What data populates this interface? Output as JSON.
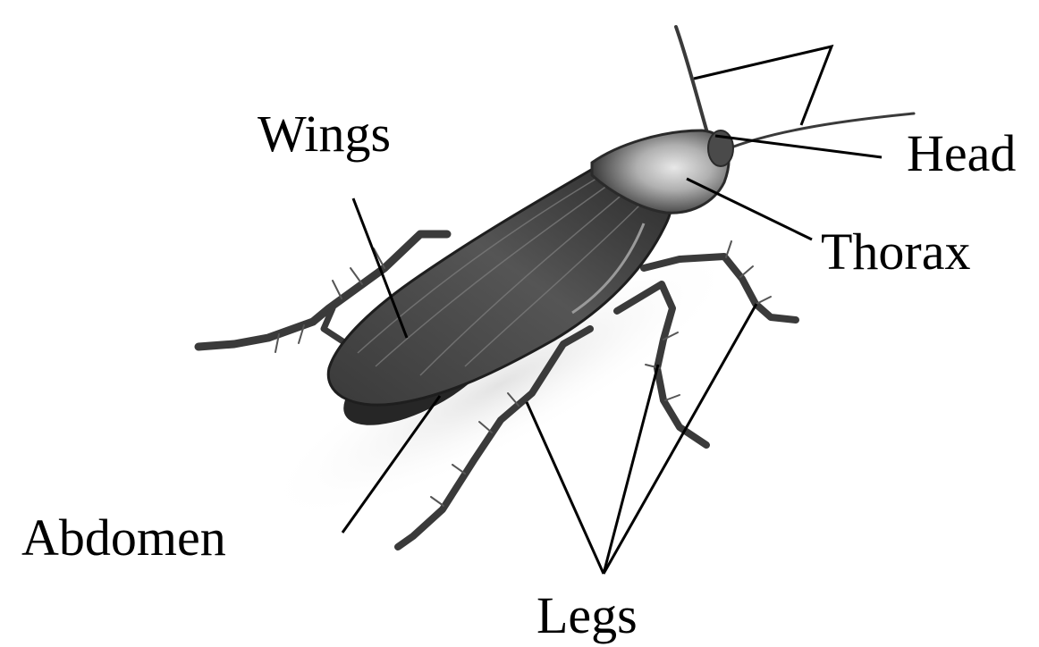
{
  "labels": {
    "wings": "Wings",
    "head": "Head",
    "thorax": "Thorax",
    "abdomen": "Abdomen",
    "legs": "Legs"
  },
  "colors": {
    "background": "#ffffff",
    "leader_lines": "#000000",
    "body_dark": "#2e2e2e",
    "body_mid": "#5a5a5a",
    "leg": "#3a3a3a",
    "pronotum_light": "#d8d8d8"
  },
  "icons": {
    "specimen": "cockroach-illustration"
  }
}
